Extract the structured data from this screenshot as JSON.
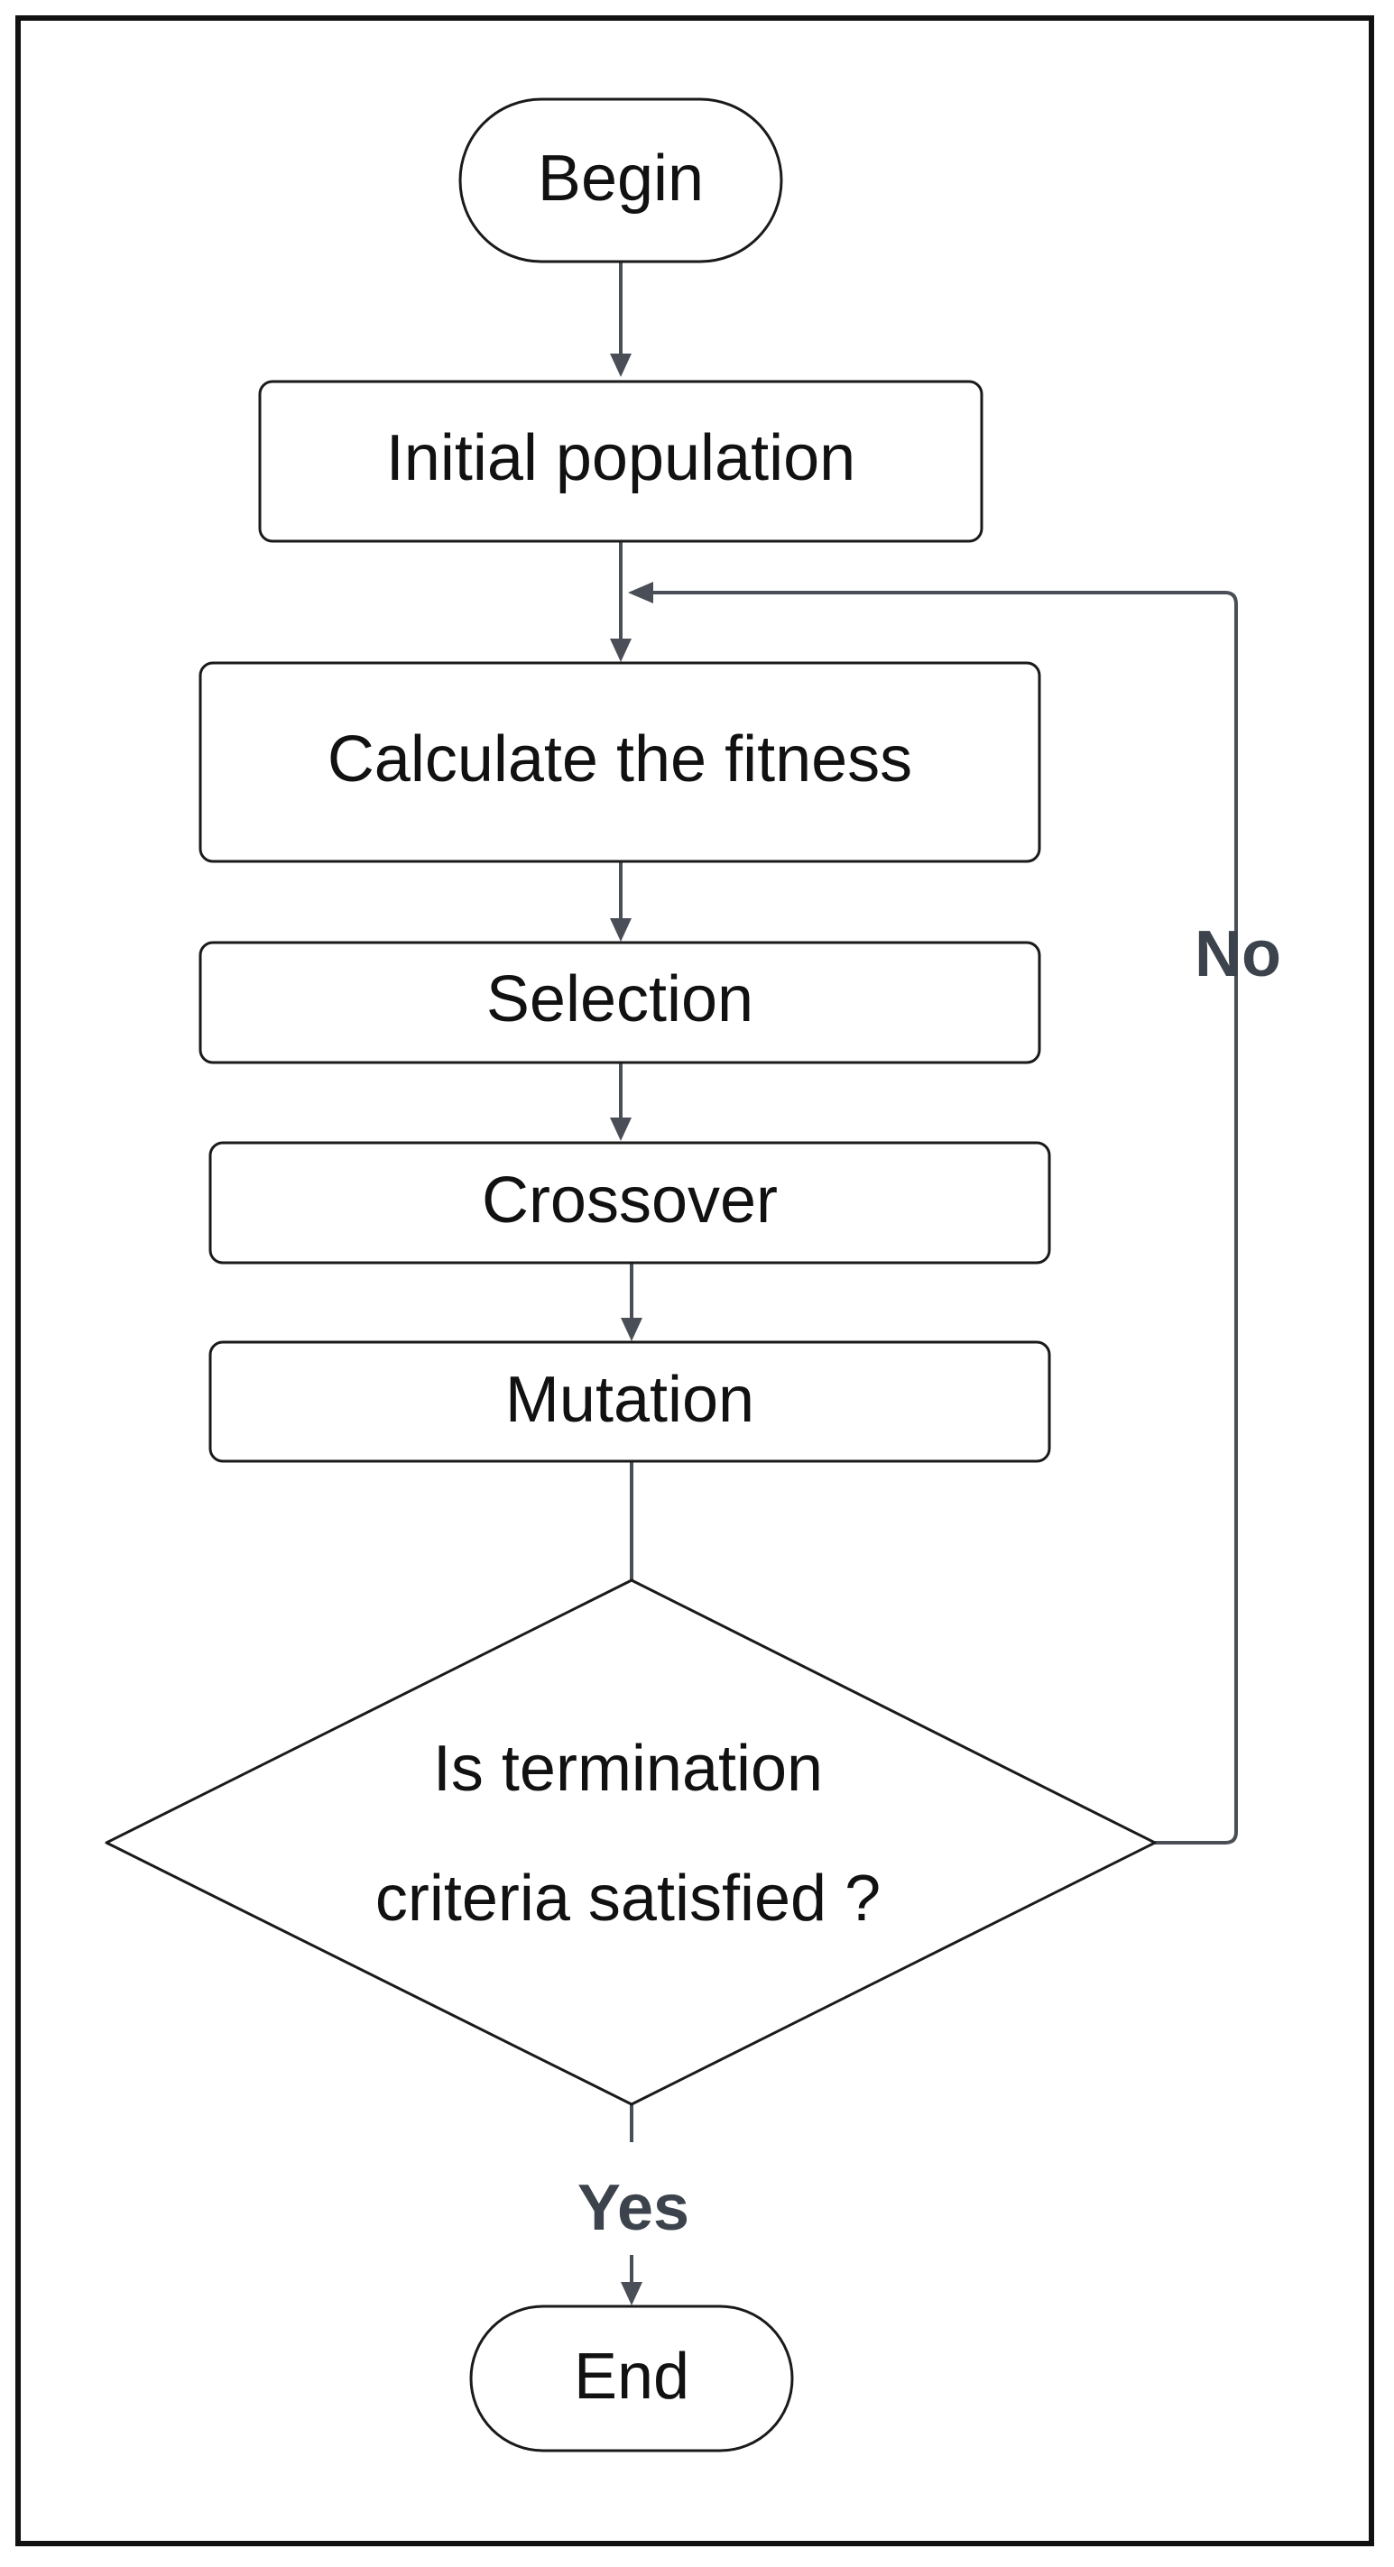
{
  "flowchart": {
    "nodes": {
      "begin": "Begin",
      "initial_population": "Initial population",
      "calculate_fitness": "Calculate the fitness",
      "selection": "Selection",
      "crossover": "Crossover",
      "mutation": "Mutation",
      "decision_line1": "Is termination",
      "decision_line2": "criteria satisfied ?",
      "end": "End"
    },
    "edge_labels": {
      "no": "No",
      "yes": "Yes"
    }
  },
  "colors": {
    "border": "#111111",
    "connector": "#4a4f57",
    "label": "#3d434c"
  }
}
